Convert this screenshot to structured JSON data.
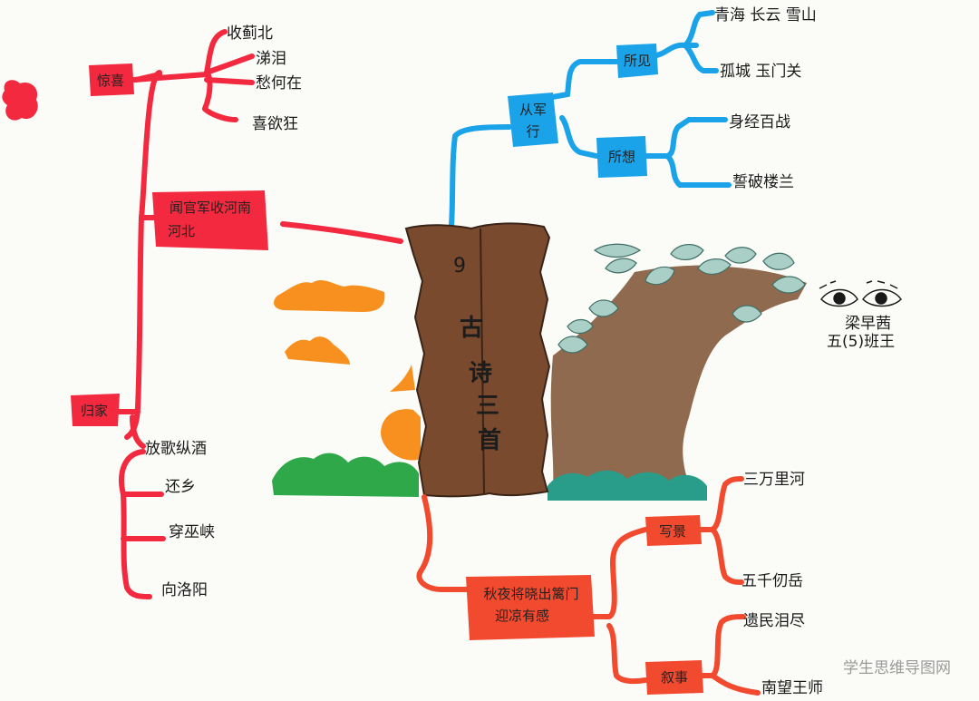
{
  "title": "古诗三首",
  "title_number": "9",
  "author": {
    "name": "梁早茜",
    "class": "五(5)班王"
  },
  "branches": {
    "left": {
      "box1": "惊喜",
      "box1_items": [
        "收蓟北",
        "涕泪",
        "愁何在",
        "喜欲狂"
      ],
      "box2_line1": "闻官军收河南",
      "box2_line2": "河北",
      "box3": "归家",
      "box3_items": [
        "放歌纵酒",
        "还乡",
        "穿巫峡",
        "向洛阳"
      ]
    },
    "top_right": {
      "root_line1": "从军",
      "root_line2": "行",
      "sub1": "所见",
      "sub1_items": [
        "青海 长云 雪山",
        "孤城 玉门关"
      ],
      "sub2": "所想",
      "sub2_items": [
        "身经百战",
        "誓破楼兰"
      ]
    },
    "bottom_right": {
      "root_line1": "秋夜将晓出篱门",
      "root_line2": "迎凉有感",
      "sub1": "写景",
      "sub1_items": [
        "三万里河",
        "五千仞岳"
      ],
      "sub2": "叙事",
      "sub2_items": [
        "遗民泪尽",
        "南望王师"
      ]
    }
  },
  "watermark": "学生思维导图网",
  "colors": {
    "red": "#f2293f",
    "blue": "#1aa3e8",
    "orange_red": "#f24a2e",
    "trunk": "#7a4a2e",
    "tree": "#8f6a4f",
    "leaf": "#a9cfc6",
    "grass": "#2fa84a",
    "teal_grass": "#2a9d8a",
    "orange": "#f7901e"
  }
}
